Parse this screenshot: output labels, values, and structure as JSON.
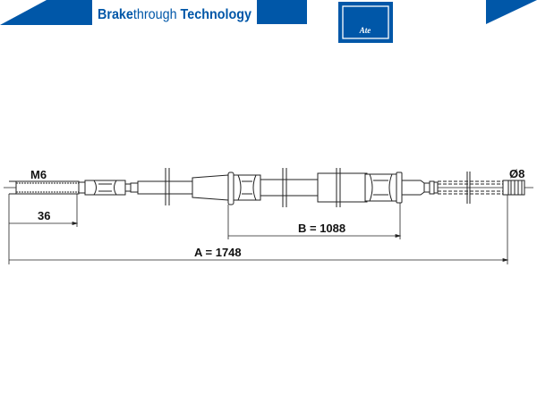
{
  "header": {
    "brand_bold_1": "Brake",
    "brand_light": "through",
    "brand_bold_2": " Technology",
    "logo_text": "Ate",
    "brand_color": "#0057a8"
  },
  "drawing": {
    "thread_label": "M6",
    "diameter_label": "Ø8",
    "dim_small": "36",
    "dim_b": "B = 1088",
    "dim_a": "A = 1748"
  }
}
